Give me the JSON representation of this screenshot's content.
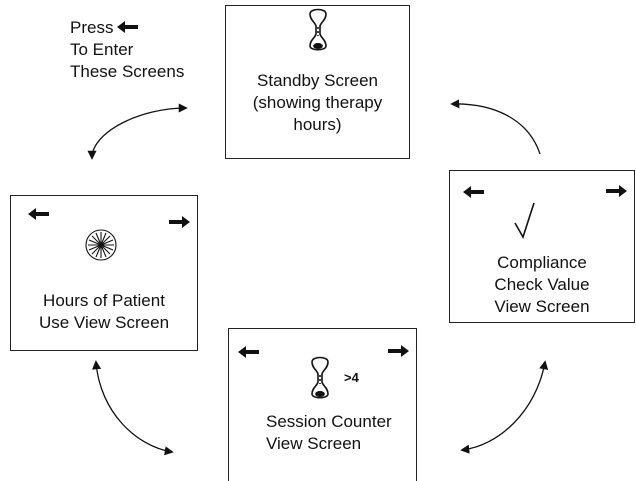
{
  "intro": {
    "line1": "Press",
    "line2": "To Enter",
    "line3": "These Screens",
    "arrow_icon": "left-arrow-icon"
  },
  "screens": {
    "standby": {
      "line1": "Standby Screen",
      "line2": "(showing therapy",
      "line3": "hours",
      "line3_suffix": ")",
      "icon": "hourglass-icon"
    },
    "compliance": {
      "line1": "Compliance",
      "line2": "Check Value",
      "line3": "View Screen",
      "icon": "checkmark-icon"
    },
    "session": {
      "line1": "Session Counter",
      "line2": "View Screen",
      "badge": ">4",
      "icon": "hourglass-icon"
    },
    "hours": {
      "line1": "Hours of Patient",
      "line2": "Use View Screen",
      "icon": "sunburst-icon"
    }
  },
  "colors": {
    "ink": "#111111",
    "border": "#222222",
    "background": "#ffffff"
  }
}
